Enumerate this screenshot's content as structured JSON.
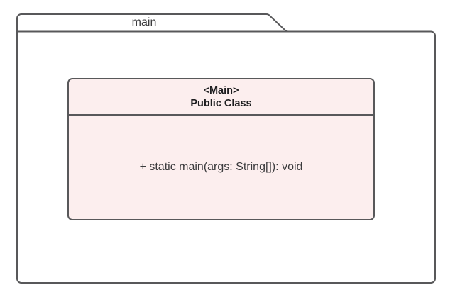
{
  "diagram": {
    "type": "uml-class-diagram",
    "package": {
      "name": "main"
    },
    "classes": [
      {
        "stereotype": "<Main>",
        "kind": "Public Class",
        "members": [
          "+ static main(args: String[]): void"
        ]
      }
    ],
    "colors": {
      "canvas_background": "#ffffff",
      "stroke": "#58585a",
      "class_fill": "#fceeee",
      "heading_text": "#1d1d1f",
      "body_text": "#3b3b3d"
    }
  }
}
